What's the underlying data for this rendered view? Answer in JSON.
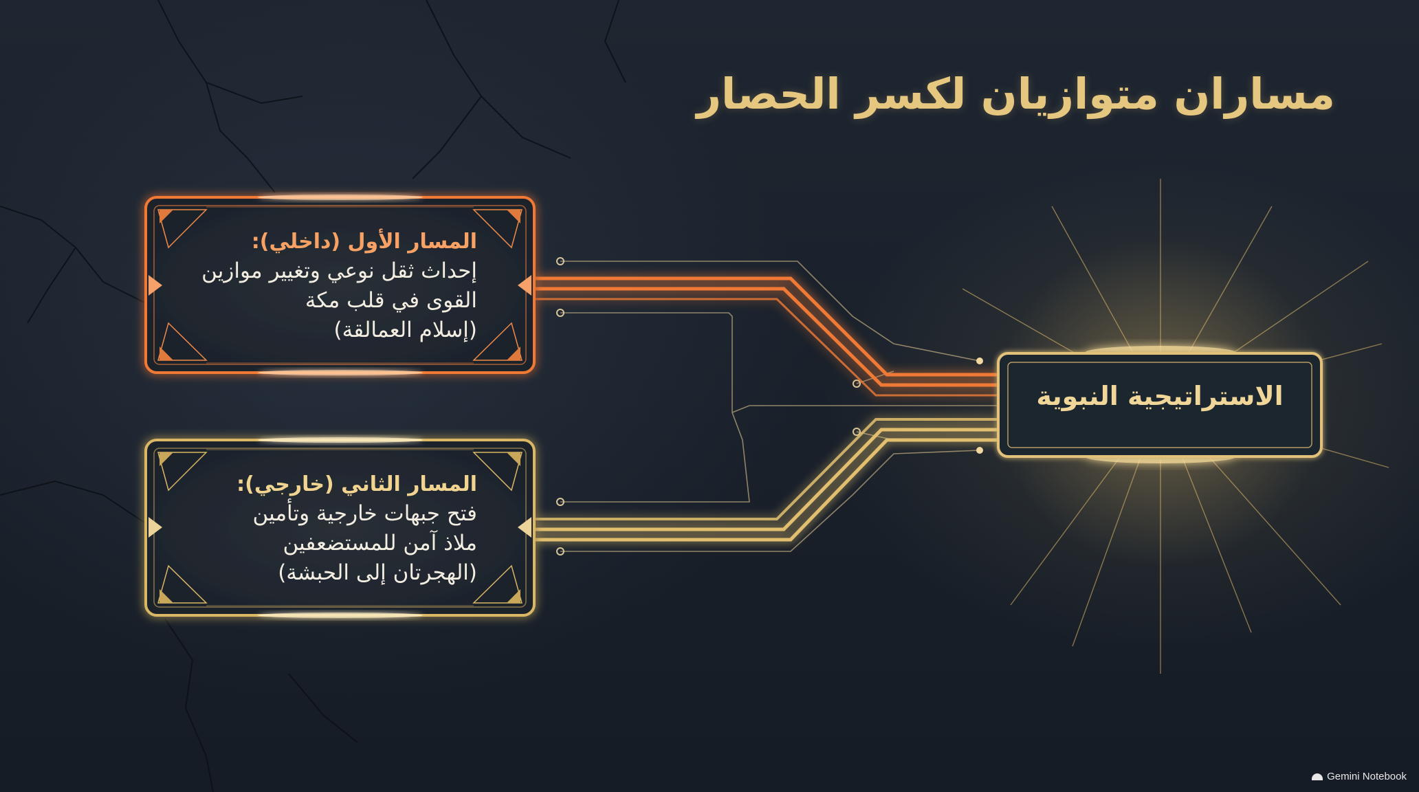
{
  "title": "مساران متوازيان لكسر الحصار",
  "hub": {
    "label": "الاستراتيجية النبوية"
  },
  "paths": [
    {
      "heading": "المسار الأول (داخلي):",
      "lines": [
        "إحداث ثقل نوعي وتغيير موازين",
        "القوى في قلب مكة",
        "(إسلام العمالقة)"
      ],
      "color": "#f07a36"
    },
    {
      "heading": "المسار الثاني (خارجي):",
      "lines": [
        "فتح جبهات خارجية وتأمين",
        "ملاذ آمن للمستضعفين",
        "(الهجرتان إلى الحبشة)"
      ],
      "color": "#d9b765"
    }
  ],
  "branding": {
    "label": "Gemini Notebook"
  },
  "colors": {
    "title": "#e6c77f",
    "orange": "#f07a36",
    "gold": "#d9b765",
    "background": "#1a212c"
  }
}
